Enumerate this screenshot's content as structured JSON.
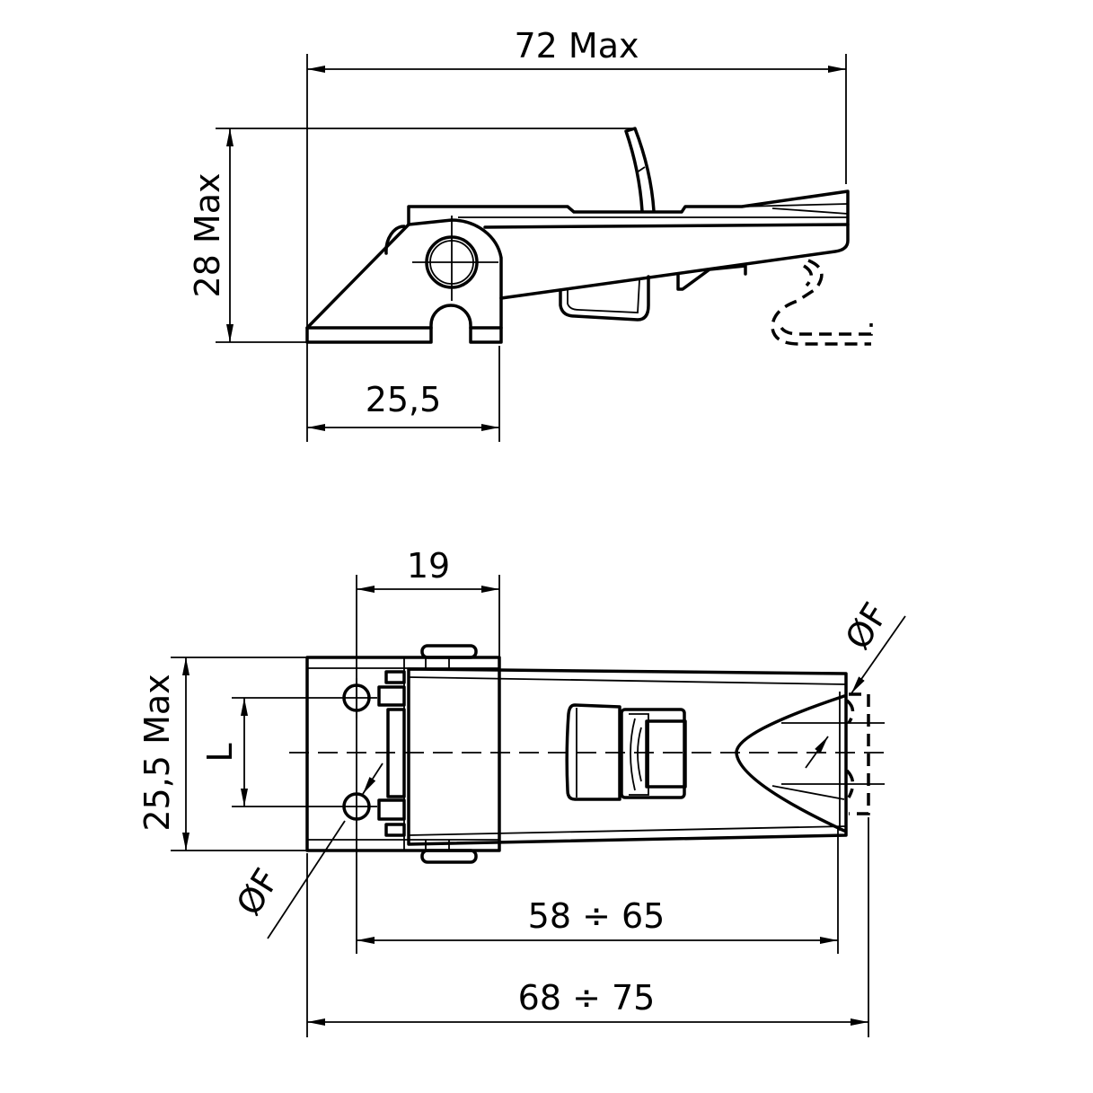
{
  "side_view": {
    "width_label": "72 Max",
    "height_label": "28 Max",
    "base_label": "25,5"
  },
  "top_view": {
    "hinge_label": "19",
    "width_label": "25,5 Max",
    "hole_spacing_label": "L",
    "hole_dia_label_left": "ØF",
    "hole_dia_label_right": "ØF",
    "inner_length_label": "58 ÷ 65",
    "overall_length_label": "68 ÷ 75"
  }
}
